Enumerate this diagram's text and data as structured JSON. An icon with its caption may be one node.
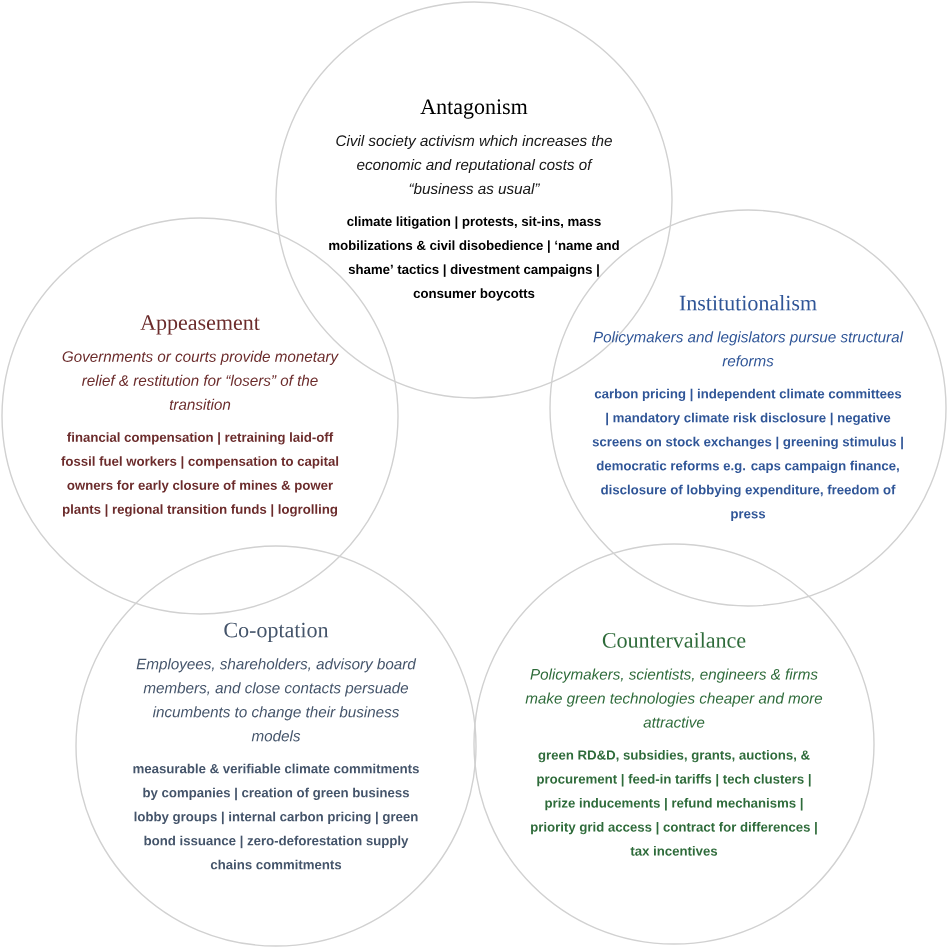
{
  "diagram": {
    "nodes": [
      {
        "text": [
          "Antagonism",
          "Civil society activism which increases the economic and reputational costs of “business as usual”",
          "climate litigation | protests, sit-ins, mass mobilizations & civil disobedience | ‘name and shame’ tactics | divestment campaigns | consumer boycotts"
        ]
      },
      {
        "text": [
          "Appeasement",
          "Governments or courts provide monetary relief & restitution for “losers” of the transition",
          "financial compensation | retraining laid-off fossil fuel workers | compensation to capital owners for early closure of mines & power plants | regional transition funds | logrolling"
        ]
      },
      {
        "text": [
          "Institutionalism",
          "Policymakers and legislators pursue structural reforms",
          "carbon pricing | independent climate committees | mandatory climate risk disclosure | negative screens on stock exchanges | greening stimulus | democratic reforms e.g. caps campaign finance, disclosure of lobbying expenditure, freedom of press"
        ]
      },
      {
        "text": [
          "Co-optation",
          "Employees, shareholders, advisory board members, and close contacts persuade incumbents to change their business models",
          "measurable & verifiable climate commitments by companies | creation of green business lobby groups | internal carbon pricing | green bond issuance | zero-deforestation supply chains commitments"
        ]
      },
      {
        "text": [
          "Countervailance",
          "Policymakers, scientists, engineers & firms make green technologies cheaper and more attractive",
          "green RD&D, subsidies, grants, auctions, & procurement | feed-in tariffs | tech clusters | prize inducements | refund mechanisms | priority grid access | contract for differences | tax incentives"
        ]
      }
    ]
  }
}
